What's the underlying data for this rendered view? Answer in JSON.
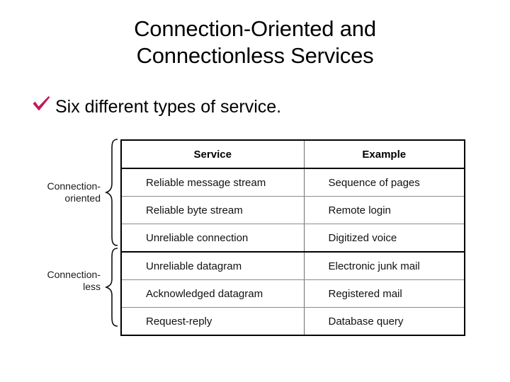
{
  "slide": {
    "title_lines": [
      "Connection-Oriented and",
      "Connectionless Services"
    ],
    "bullet": {
      "marker_icon": "check-icon",
      "marker_color": "#c2185b",
      "text": "Six different types of service."
    }
  },
  "table": {
    "headers": {
      "service": "Service",
      "example": "Example"
    },
    "groups": [
      {
        "label_lines": [
          "Connection-",
          "oriented"
        ],
        "rows": [
          {
            "service": "Reliable message stream",
            "example": "Sequence of pages"
          },
          {
            "service": "Reliable byte stream",
            "example": "Remote login"
          },
          {
            "service": "Unreliable connection",
            "example": "Digitized voice"
          }
        ]
      },
      {
        "label_lines": [
          "Connection-",
          "less"
        ],
        "rows": [
          {
            "service": "Unreliable datagram",
            "example": "Electronic junk mail"
          },
          {
            "service": "Acknowledged datagram",
            "example": "Registered mail"
          },
          {
            "service": "Request-reply",
            "example": "Database query"
          }
        ]
      }
    ]
  },
  "colors": {
    "background": "#ffffff",
    "text": "#000000",
    "accent": "#c2185b",
    "border": "#000000"
  }
}
